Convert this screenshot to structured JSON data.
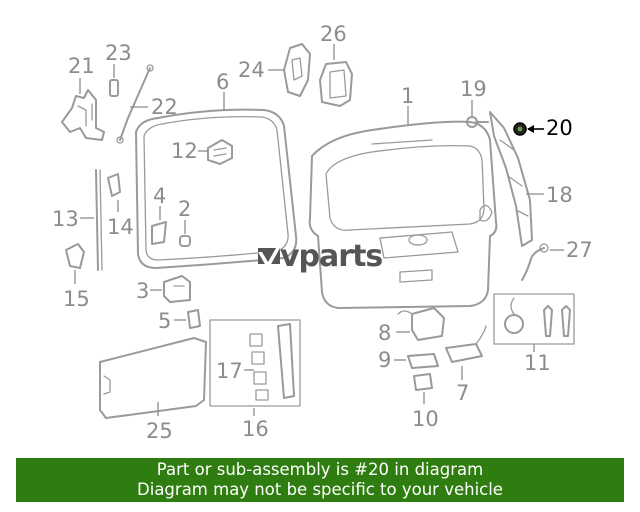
{
  "logo": {
    "text": "vparts",
    "mark": "v-slash-mark"
  },
  "callouts": {
    "c1": "1",
    "c2": "2",
    "c3": "3",
    "c4": "4",
    "c5": "5",
    "c6": "6",
    "c7": "7",
    "c8": "8",
    "c9": "9",
    "c10": "10",
    "c11": "11",
    "c12": "12",
    "c13": "13",
    "c14": "14",
    "c15": "15",
    "c16": "16",
    "c17": "17",
    "c18": "18",
    "c19": "19",
    "c20": "20",
    "c21": "21",
    "c22": "22",
    "c23": "23",
    "c24": "24",
    "c25": "25",
    "c26": "26",
    "c27": "27"
  },
  "highlighted_part": "20",
  "colors": {
    "banner": "#2f7d11",
    "part_stroke": "#9a9a9a",
    "callout": "#8c8c8c",
    "highlight": "#000000"
  },
  "banner": {
    "line1": "Part or sub-assembly is #20 in diagram",
    "line2": "Diagram may not be specific to your vehicle"
  }
}
